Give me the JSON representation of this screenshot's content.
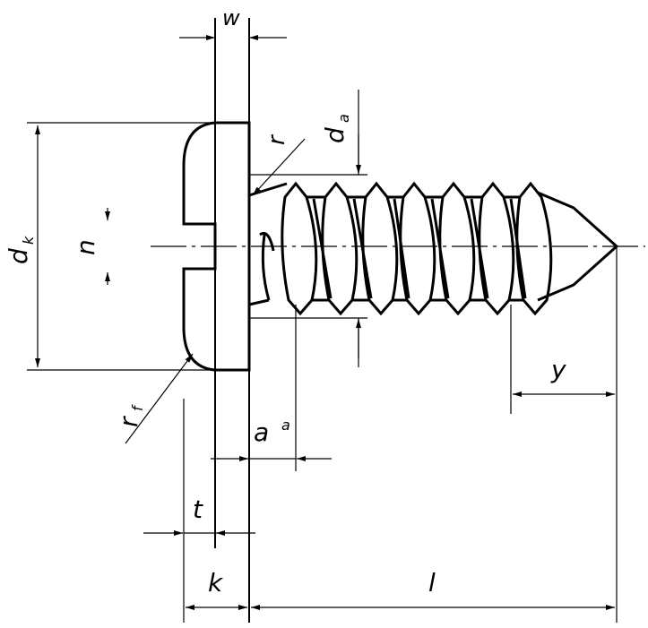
{
  "title": "Pan head tapping screw with slot",
  "labels": {
    "w": "w",
    "r": "r",
    "d_a": "d",
    "d_a_sub": "a",
    "d_k": "d",
    "d_k_sub": "k",
    "n": "n",
    "r_f": "r",
    "r_f_sub": "f",
    "a": "a",
    "a_sup": "a",
    "y": "y",
    "t": "t",
    "k": "k",
    "l": "l"
  },
  "colors": {
    "line": "#000000",
    "background": "#ffffff"
  }
}
